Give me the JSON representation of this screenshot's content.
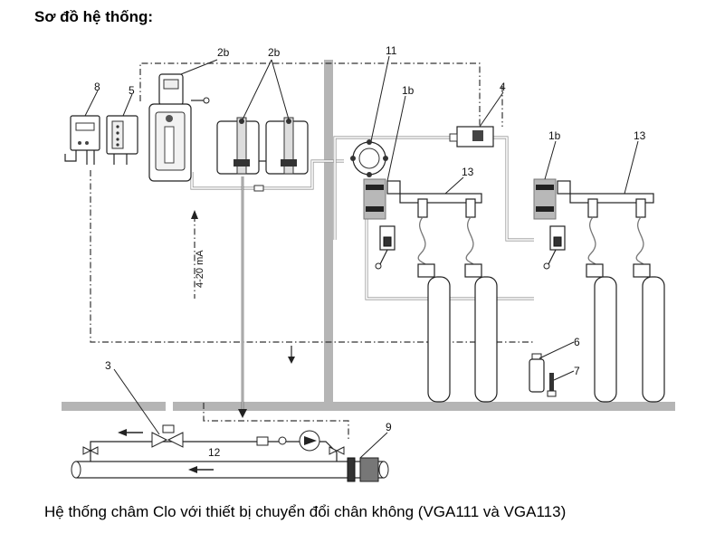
{
  "heading": "Sơ đồ hệ thống:",
  "caption": "Hệ thống châm Clo với thiết bị chuyển đổi chân không (VGA111 và VGA113)",
  "signal_label": "4-20 mA",
  "callouts": {
    "c2b_left": "2b",
    "c2b_right": "2b",
    "c8": "8",
    "c5": "5",
    "c11": "11",
    "c1b_left": "1b",
    "c4": "4",
    "c1b_right": "1b",
    "c13_right": "13",
    "c13_left": "13",
    "c3": "3",
    "c12": "12",
    "c9": "9",
    "c6": "6",
    "c7": "7"
  }
}
